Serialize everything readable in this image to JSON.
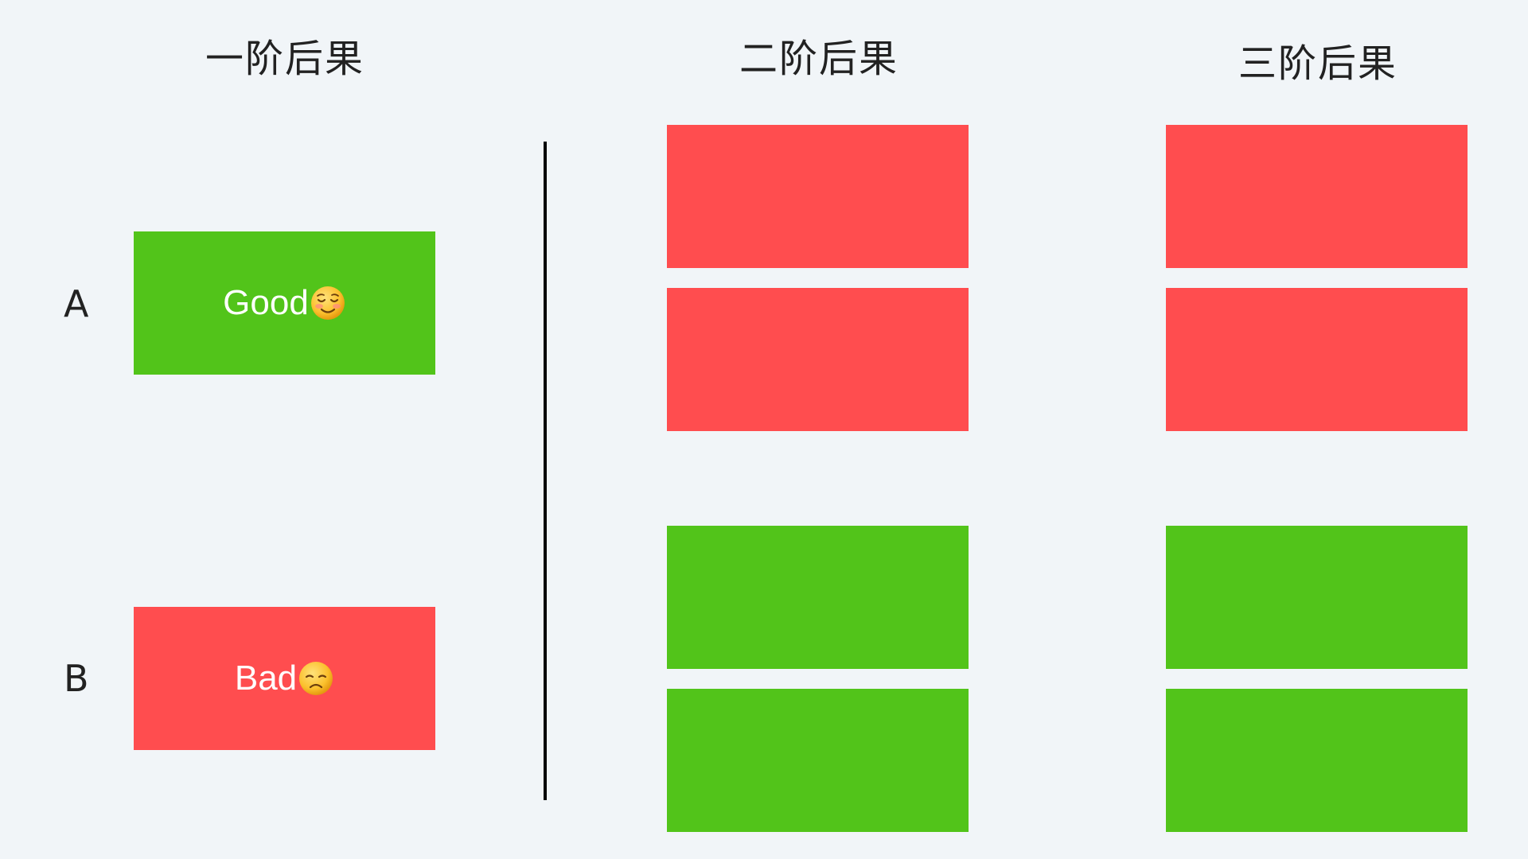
{
  "colors": {
    "background": "#f1f5f8",
    "good": "#52c41a",
    "bad": "#ff4d4f",
    "divider": "#000000",
    "text": "#222222"
  },
  "headings": {
    "first_order": "一阶后果",
    "second_order": "二阶后果",
    "third_order": "三阶后果"
  },
  "rows": {
    "a": "A",
    "b": "B"
  },
  "first_order": {
    "a": {
      "text": "Good",
      "emoji": "smiling-face-icon",
      "status": "good"
    },
    "b": {
      "text": "Bad",
      "emoji": "disappointed-face-icon",
      "status": "bad"
    }
  },
  "second_order": [
    "bad",
    "bad",
    "good",
    "good"
  ],
  "third_order": [
    "bad",
    "bad",
    "good",
    "good"
  ]
}
